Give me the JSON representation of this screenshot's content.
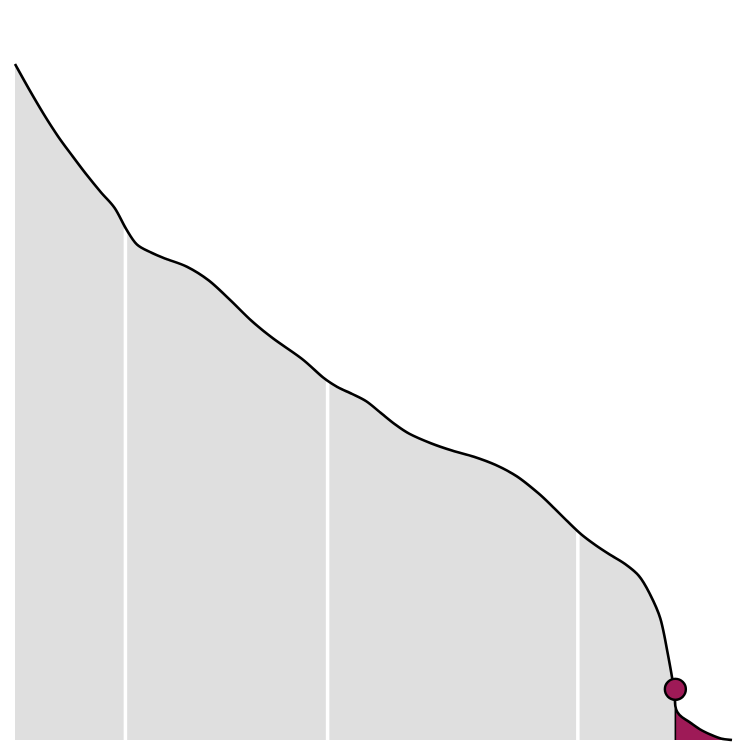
{
  "chart_data": {
    "type": "area",
    "title": "",
    "xlabel": "",
    "ylabel": "",
    "grid": false,
    "legend": "none",
    "xlim": [
      0,
      100
    ],
    "ylim": [
      0,
      100
    ],
    "x": [
      0,
      2,
      4,
      6,
      8,
      10,
      12,
      13.9,
      15.5,
      17,
      19,
      21,
      24,
      27,
      30,
      33,
      36,
      40,
      43,
      45,
      47,
      49,
      51,
      53,
      55,
      58,
      61,
      64,
      67,
      70,
      73,
      75,
      77,
      79,
      81,
      83,
      85,
      87,
      88.5,
      90,
      91,
      91.9,
      92.1,
      92.4,
      93,
      94,
      95.5,
      97,
      98.5,
      100
    ],
    "y": [
      100,
      96.2,
      92.6,
      89.3,
      86.4,
      83.6,
      81,
      78.7,
      75.6,
      73.3,
      72.1,
      71.2,
      70,
      68,
      65.1,
      62,
      59.4,
      56.4,
      53.6,
      52.2,
      51.2,
      50.1,
      48.4,
      46.7,
      45.3,
      43.9,
      42.8,
      41.9,
      40.7,
      39,
      36.5,
      34.5,
      32.4,
      30.4,
      28.8,
      27.4,
      26.1,
      24.3,
      21.7,
      18,
      13,
      7.5,
      5,
      4.1,
      3.4,
      2.7,
      1.6,
      0.8,
      0.2,
      0
    ],
    "dividers": [
      15.4,
      43.6,
      78.5
    ],
    "marker": {
      "x": 92.1,
      "y": 7.5
    },
    "highlight_from_x": 92.1,
    "colors": {
      "fill": "#dfdfdf",
      "line": "#000000",
      "divider": "#ffffff",
      "highlight": "#9e1a57"
    }
  }
}
